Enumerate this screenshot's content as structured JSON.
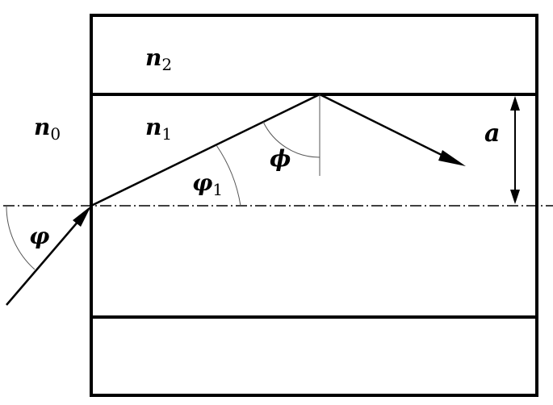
{
  "labels": {
    "n2": {
      "base": "n",
      "sub": "2"
    },
    "n0": {
      "base": "n",
      "sub": "0"
    },
    "n1": {
      "base": "n",
      "sub": "1"
    },
    "a": "a",
    "phi": "ϕ",
    "varphi1": {
      "base": "φ",
      "sub": "1"
    },
    "varphi": "φ"
  },
  "colors": {
    "stroke": "#000000",
    "thin": "#555555"
  }
}
